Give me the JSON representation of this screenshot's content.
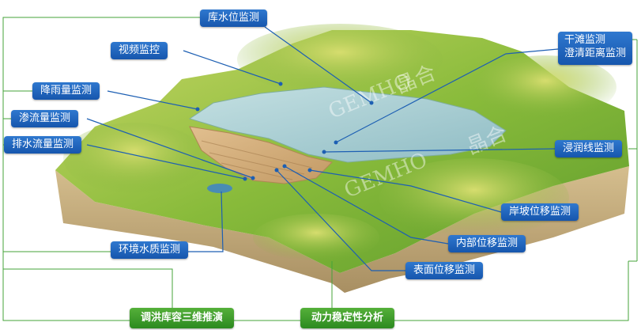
{
  "labels": {
    "reservoir_level": "库水位监测",
    "video": "视频监控",
    "beach": "干滩监测\n澄清距离监测",
    "rainfall": "降雨量监测",
    "seepage_flow": "渗流量监测",
    "drainage_flow": "排水流量监测",
    "saturation_line": "浸润线监测",
    "bank_slope": "岸坡位移监测",
    "internal_disp": "内部位移监测",
    "environment_water": "环境水质监测",
    "surface_disp": "表面位移监测"
  },
  "buttons": {
    "flood_routing": "调洪库容三维推演",
    "dynamic_stability": "动力稳定性分析"
  },
  "watermark": {
    "text": "GEMHO",
    "cn": "晶合"
  },
  "colors": {
    "label_blue": "#1f66c0",
    "button_green": "#3a9a2a",
    "line_green": "#44a33a",
    "water": "#a9cfd4",
    "terrain": "#8dbf3a"
  }
}
